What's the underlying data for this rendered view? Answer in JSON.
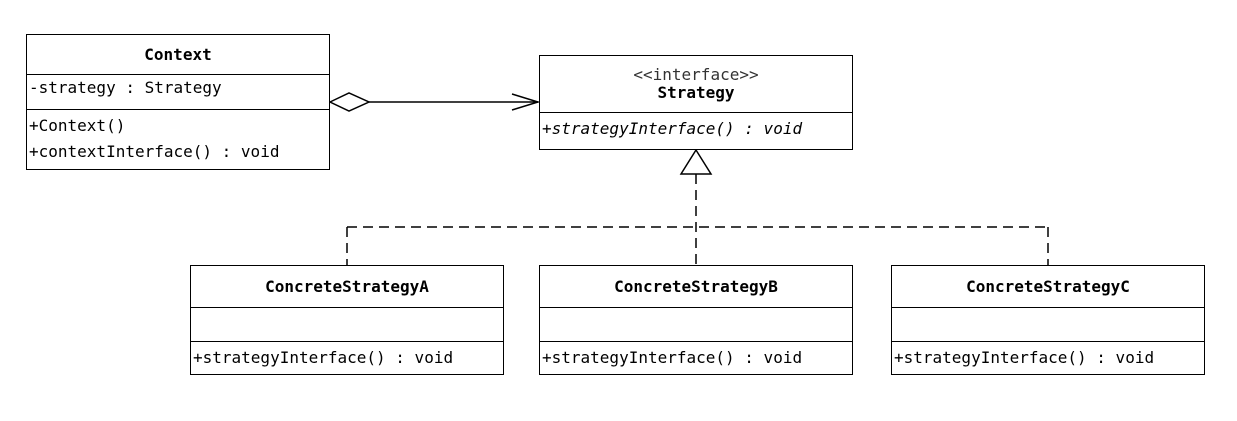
{
  "context": {
    "name": "Context",
    "attributes": [
      "-strategy : Strategy"
    ],
    "operations": [
      "+Context()",
      "+contextInterface() : void"
    ]
  },
  "strategy": {
    "stereotype": "<<interface>>",
    "name": "Strategy",
    "operations": [
      "+strategyInterface() : void"
    ]
  },
  "concrete": [
    {
      "name": "ConcreteStrategyA",
      "operations": [
        "+strategyInterface() : void"
      ]
    },
    {
      "name": "ConcreteStrategyB",
      "operations": [
        "+strategyInterface() : void"
      ]
    },
    {
      "name": "ConcreteStrategyC",
      "operations": [
        "+strategyInterface() : void"
      ]
    }
  ],
  "colors": {
    "line": "#000000",
    "background": "#ffffff"
  }
}
